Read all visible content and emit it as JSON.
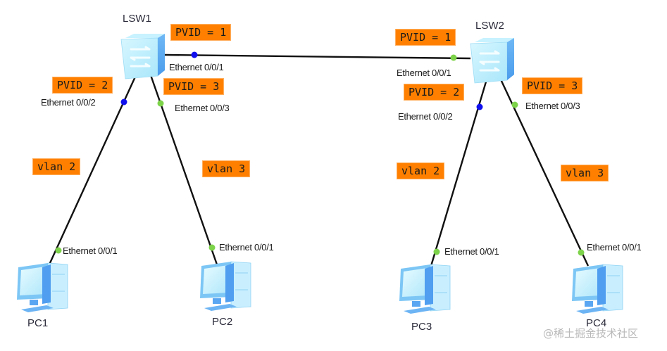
{
  "diagram": {
    "colors": {
      "tag_bg": "#ff8000",
      "link": "#111111",
      "port_access_dot": "#1010ee",
      "port_up_dot": "#7dd34a",
      "device_light": "#bfefff",
      "device_dark": "#5aa8f0"
    },
    "switches": [
      {
        "id": "lsw1",
        "label": "LSW1",
        "icon": "switch-icon"
      },
      {
        "id": "lsw2",
        "label": "LSW2",
        "icon": "switch-icon"
      }
    ],
    "pcs": [
      {
        "id": "pc1",
        "label": "PC1",
        "icon": "pc-icon",
        "port": "Ethernet 0/0/1"
      },
      {
        "id": "pc2",
        "label": "PC2",
        "icon": "pc-icon",
        "port": "Ethernet 0/0/1"
      },
      {
        "id": "pc3",
        "label": "PC3",
        "icon": "pc-icon",
        "port": "Ethernet 0/0/1"
      },
      {
        "id": "pc4",
        "label": "PC4",
        "icon": "pc-icon",
        "port": "Ethernet 0/0/1"
      }
    ],
    "switch_ports": {
      "lsw1_e1": "Ethernet 0/0/1",
      "lsw1_e2": "Ethernet 0/0/2",
      "lsw1_e3": "Ethernet 0/0/3",
      "lsw2_e1": "Ethernet 0/0/1",
      "lsw2_e2": "Ethernet 0/0/2",
      "lsw2_e3": "Ethernet 0/0/3"
    },
    "pvid_tags": {
      "lsw1_e1": "PVID = 1",
      "lsw1_e2": "PVID = 2",
      "lsw1_e3": "PVID = 3",
      "lsw2_e1": "PVID = 1",
      "lsw2_e2": "PVID = 2",
      "lsw2_e3": "PVID = 3"
    },
    "vlan_tags": {
      "pc1_link": "vlan 2",
      "pc2_link": "vlan 3",
      "pc3_link": "vlan 2",
      "pc4_link": "vlan 3"
    },
    "links": [
      {
        "from": "LSW1 Ethernet 0/0/1",
        "to": "LSW2 Ethernet 0/0/1"
      },
      {
        "from": "LSW1 Ethernet 0/0/2",
        "to": "PC1 Ethernet 0/0/1"
      },
      {
        "from": "LSW1 Ethernet 0/0/3",
        "to": "PC2 Ethernet 0/0/1"
      },
      {
        "from": "LSW2 Ethernet 0/0/2",
        "to": "PC3 Ethernet 0/0/1"
      },
      {
        "from": "LSW2 Ethernet 0/0/3",
        "to": "PC4 Ethernet 0/0/1"
      }
    ]
  },
  "watermark": "@稀土掘金技术社区"
}
